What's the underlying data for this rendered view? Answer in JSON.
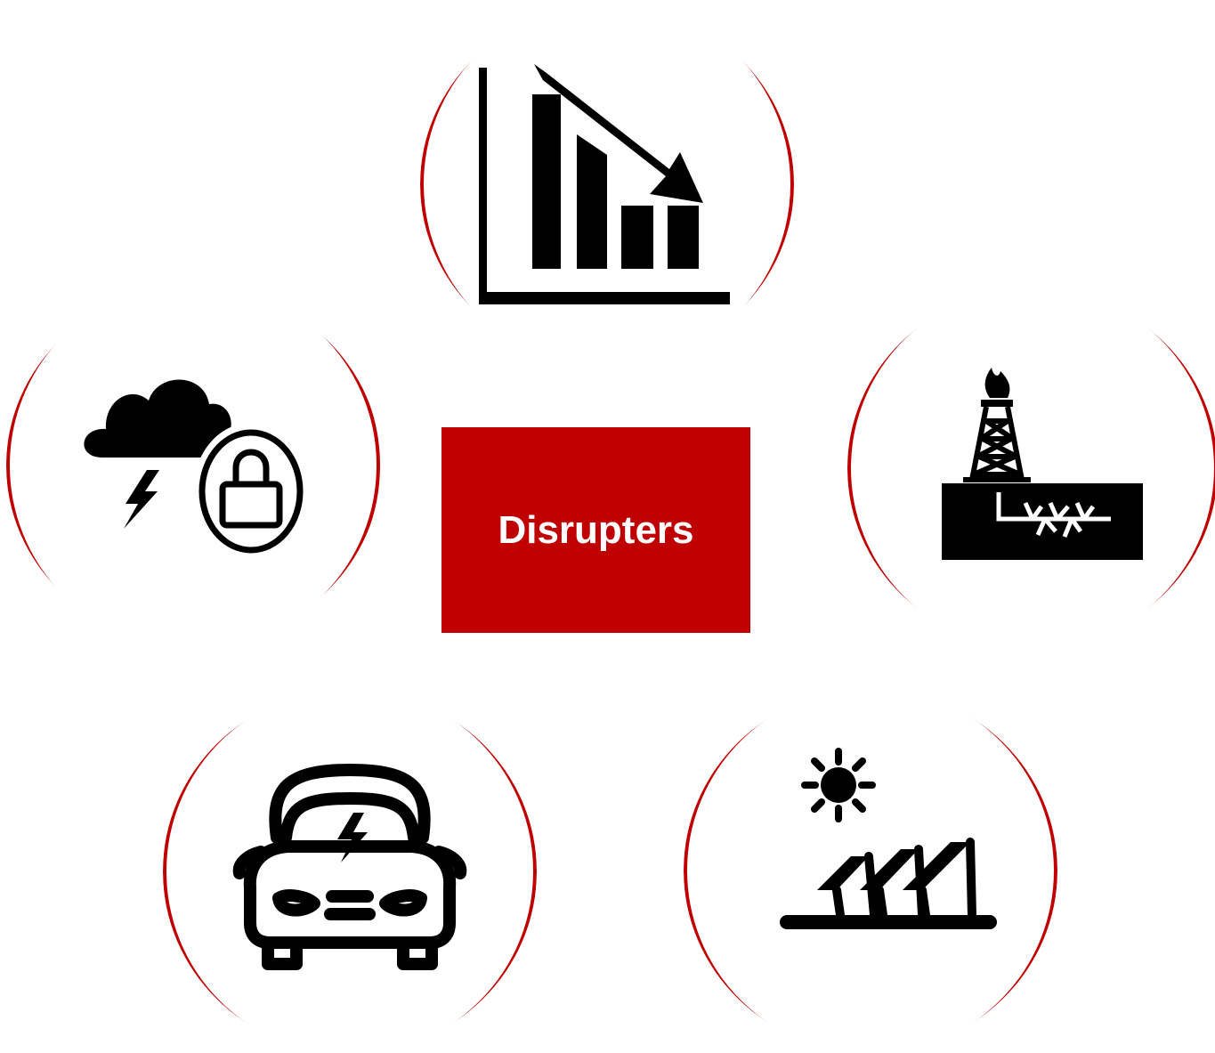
{
  "colors": {
    "accent": "#c00000",
    "icon": "#000000",
    "background": "#ffffff",
    "label_text": "#ffffff"
  },
  "center": {
    "label": "Disrupters"
  },
  "nodes": [
    {
      "id": "decline",
      "icon": "declining-bar-chart-icon"
    },
    {
      "id": "storm",
      "icon": "storm-cloud-lock-icon"
    },
    {
      "id": "oil",
      "icon": "oil-rig-fracking-icon"
    },
    {
      "id": "ev",
      "icon": "electric-car-icon"
    },
    {
      "id": "solar",
      "icon": "solar-panels-sun-icon"
    }
  ]
}
